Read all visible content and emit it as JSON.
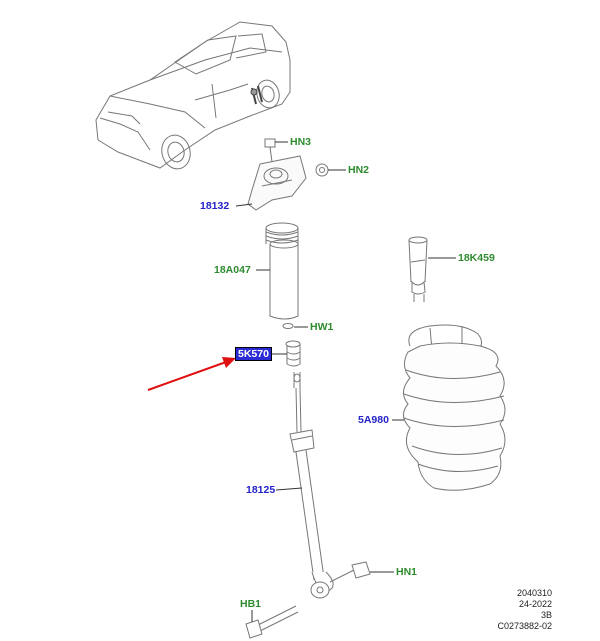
{
  "labels": {
    "hn3": "HN3",
    "hn2": "HN2",
    "p18132": "18132",
    "p18a047": "18A047",
    "hw1": "HW1",
    "p5k570": "5K570",
    "p18k459": "18K459",
    "p5a980": "5A980",
    "p18125": "18125",
    "hn1": "HN1",
    "hb1": "HB1"
  },
  "reference": {
    "line1": "2040310",
    "line2": "24-2022",
    "line3": "3B",
    "line4": "C0273882-02"
  },
  "colors": {
    "green_label": "#2e8b2e",
    "blue_label": "#2323c8",
    "highlight": "#2b2bd6",
    "arrow": "#e01010"
  }
}
